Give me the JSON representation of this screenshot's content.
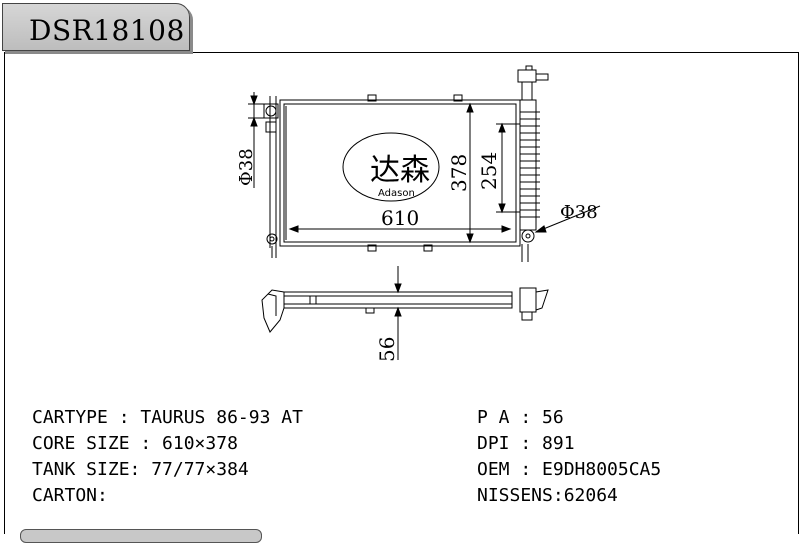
{
  "header": {
    "model_code": "DSR18108"
  },
  "drawing": {
    "dim_width": "610",
    "dim_height": "378",
    "dim_tube_height": "254",
    "dim_inlet_dia": "Φ38",
    "dim_outlet_dia": "Φ38",
    "dim_depth": "56",
    "logo_chinese": "达森",
    "logo_brand": "Adason"
  },
  "specs_left": [
    "CARTYPE : TAURUS 86-93 AT",
    "CORE SIZE : 610×378",
    "TANK SIZE: 77/77×384",
    "CARTON:"
  ],
  "specs_right": [
    "P A : 56",
    "DPI : 891",
    "OEM : E9DH8005CA5",
    "NISSENS:62064"
  ]
}
